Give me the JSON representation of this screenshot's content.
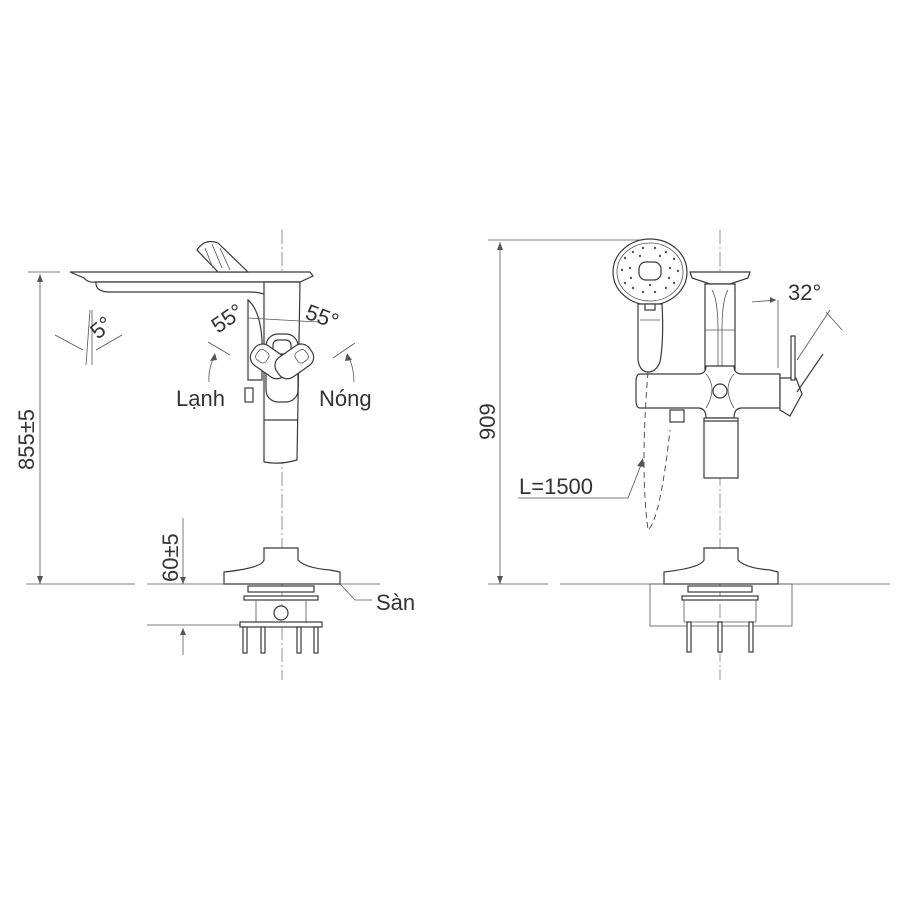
{
  "figure": {
    "type": "technical-drawing",
    "subject": "floor-standing bathtub faucet with hand shower",
    "colors": {
      "line": "#3a3a3a",
      "background": "#ffffff",
      "text": "#333333"
    }
  },
  "left_view": {
    "dimension_total_height": "855±5",
    "dimension_base_height": "60±5",
    "angle_spout": "5°",
    "angle_handle_left": "55°",
    "angle_handle_right": "55°",
    "label_cold": "Lạnh",
    "label_hot": "Nóng",
    "label_floor": "Sàn"
  },
  "right_view": {
    "dimension_total_height": "909",
    "angle_diverter": "32°",
    "label_hose_length": "L=1500"
  }
}
